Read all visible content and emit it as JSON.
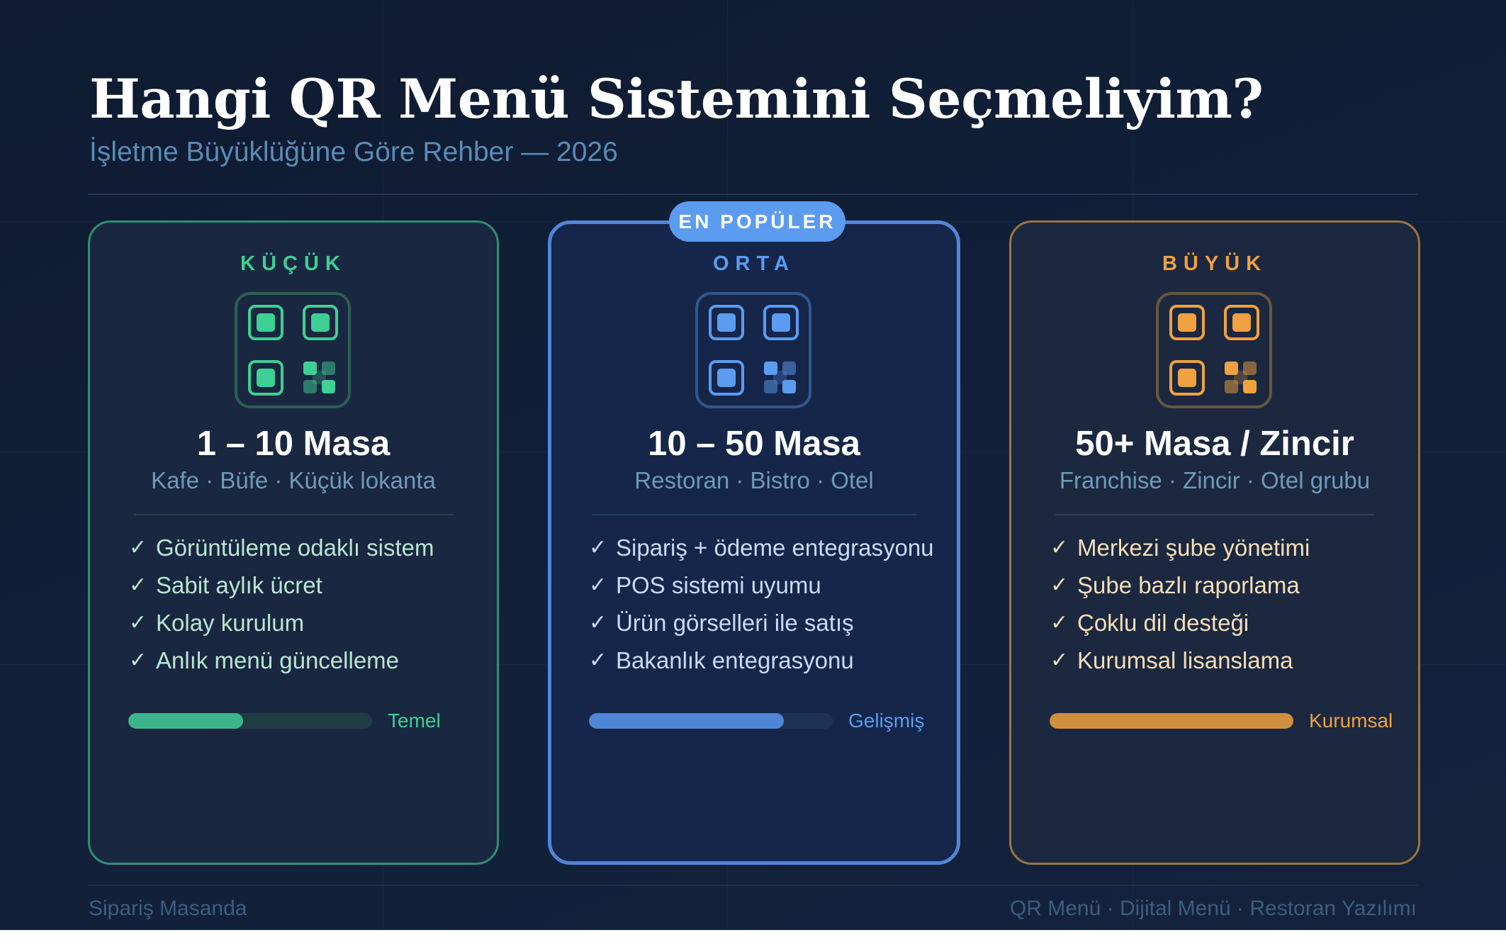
{
  "header": {
    "title": "Hangi QR Menü Sistemini Seçmeliyim?",
    "subtitle": "İşletme Büyüklüğüne Göre Rehber — 2026"
  },
  "badge": {
    "label": "EN POPÜLER",
    "color": "#5b9cf0"
  },
  "icons": {
    "check": "✓",
    "qr": "qr-code-icon"
  },
  "cards": [
    {
      "tier": "KÜÇÜK",
      "heading": "1 – 10 Masa",
      "segments": "Kafe · Büfe · Küçük lokanta",
      "features": [
        "Görüntüleme odaklı sistem",
        "Sabit aylık ücret",
        "Kolay kurulum",
        "Anlık menü güncelleme"
      ],
      "level_label": "Temel",
      "level_percent": 47,
      "accent": "#3ecf95",
      "bar_fill": "#3db58a"
    },
    {
      "tier": "ORTA",
      "heading": "10 – 50 Masa",
      "segments": "Restoran · Bistro · Otel",
      "features": [
        "Sipariş + ödeme entegrasyonu",
        "POS sistemi uyumu",
        "Ürün görselleri ile satış",
        "Bakanlık entegrasyonu"
      ],
      "level_label": "Gelişmiş",
      "level_percent": 80,
      "accent": "#5b9cf0",
      "bar_fill": "#4f86d8",
      "highlighted": true
    },
    {
      "tier": "BÜYÜK",
      "heading": "50+ Masa / Zincir",
      "segments": "Franchise · Zincir · Otel grubu",
      "features": [
        "Merkezi şube yönetimi",
        "Şube bazlı raporlama",
        "Çoklu dil desteği",
        "Kurumsal lisanslama"
      ],
      "level_label": "Kurumsal",
      "level_percent": 100,
      "accent": "#f0a140",
      "bar_fill": "#cf8f3e"
    }
  ],
  "footer": {
    "brand": "Sipariş Masanda",
    "tags": "QR Menü · Dijital Menü · Restoran Yazılımı"
  }
}
